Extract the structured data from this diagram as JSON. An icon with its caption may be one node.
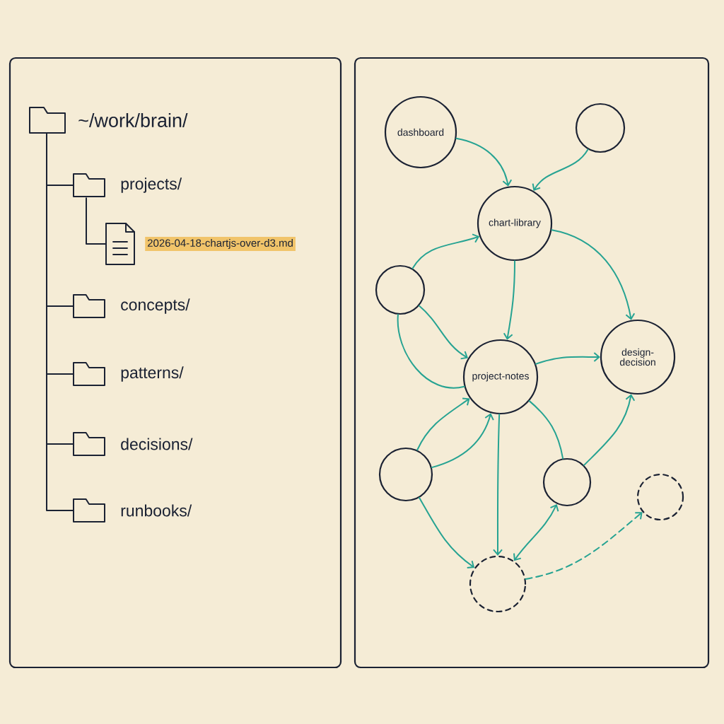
{
  "diagram": {
    "nodes": [
      {
        "text": [
          "~/work/brain/"
        ]
      },
      {
        "text": [
          "projects/"
        ]
      },
      {
        "text": [
          "2026-04-18-chartjs-over-d3.md"
        ]
      },
      {
        "text": [
          "concepts/"
        ]
      },
      {
        "text": [
          "patterns/"
        ]
      },
      {
        "text": [
          "decisions/"
        ]
      },
      {
        "text": [
          "runbooks/"
        ]
      },
      {
        "text": [
          "dashboard"
        ]
      },
      {
        "text": [],
        "shape": "circle"
      },
      {
        "text": [
          "chart-library"
        ]
      },
      {
        "text": [],
        "shape": "circle"
      },
      {
        "text": [
          "project-notes"
        ]
      },
      {
        "text": [
          "design-decision"
        ]
      },
      {
        "text": [],
        "shape": "circle"
      },
      {
        "text": [],
        "shape": "circle"
      },
      {
        "text": [],
        "shape": "circle"
      },
      {
        "text": [],
        "shape": "circle"
      }
    ],
    "edges": [
      {
        "from": 0,
        "to": 1,
        "arrow": "none",
        "color": "#1b2233"
      },
      {
        "from": 0,
        "to": 3,
        "arrow": "none",
        "color": "#1b2233"
      },
      {
        "from": 0,
        "to": 4,
        "arrow": "none",
        "color": "#1b2233"
      },
      {
        "from": 0,
        "to": 5,
        "arrow": "none",
        "color": "#1b2233"
      },
      {
        "from": 0,
        "to": 6,
        "arrow": "none",
        "color": "#1b2233"
      },
      {
        "from": 1,
        "to": 2,
        "arrow": "none",
        "color": "#1b2233"
      },
      {
        "from": 7,
        "to": 9,
        "arrow": "to"
      },
      {
        "from": 8,
        "to": 9,
        "arrow": "to"
      },
      {
        "from": 10,
        "to": 9,
        "arrow": "to"
      },
      {
        "from": 9,
        "to": 11,
        "arrow": "to"
      },
      {
        "from": 9,
        "to": 12,
        "arrow": "to"
      },
      {
        "from": 10,
        "to": 11,
        "arrow": "to"
      },
      {
        "from": 10,
        "to": 11,
        "arrow": "none"
      },
      {
        "from": 11,
        "to": 12,
        "arrow": "to"
      },
      {
        "from": 13,
        "to": 11,
        "arrow": "to"
      },
      {
        "from": 13,
        "to": 11,
        "arrow": "to"
      },
      {
        "from": 11,
        "to": 16,
        "arrow": "to"
      },
      {
        "from": 11,
        "to": 14,
        "arrow": "none"
      },
      {
        "from": 14,
        "to": 12,
        "arrow": "to"
      },
      {
        "from": 13,
        "to": 16,
        "arrow": "to"
      },
      {
        "from": 14,
        "to": 16,
        "arrow": "both"
      },
      {
        "from": 16,
        "to": 15,
        "arrow": "to",
        "style": "dashed"
      }
    ]
  }
}
